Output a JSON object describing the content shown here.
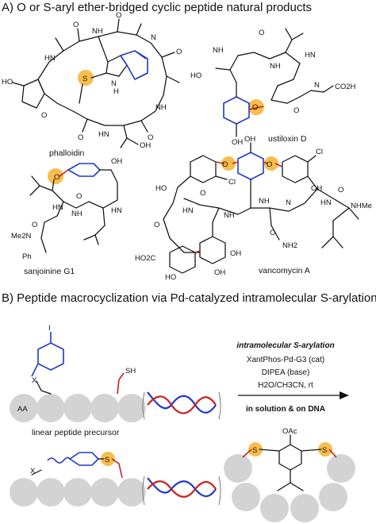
{
  "section_a": {
    "title": "A) O or S-aryl ether-bridged cyclic peptide natural products",
    "compounds": [
      "phalloidin",
      "ustiloxin D",
      "sanjoinine G1",
      "vancomycin A"
    ],
    "atoms": {
      "S": "S",
      "O": "O",
      "N": "N",
      "H": "H",
      "NH": "NH",
      "HN": "HN",
      "HO": "HO",
      "OH": "OH",
      "Cl": "Cl",
      "NH2": "NH2",
      "NHMe": "NHMe",
      "CO2H": "CO2H",
      "HO2C": "HO2C",
      "Me2N": "Me2N",
      "Ph": "Ph"
    }
  },
  "section_b": {
    "title": "B) Peptide macrocyclization via Pd-catalyzed intramolecular S-arylation",
    "substituents": {
      "iodo": "I",
      "linker_x": "X",
      "thiol": "SH",
      "start": "AA",
      "product_s": "S",
      "product_oac": "OAc"
    },
    "precursor_label": "linear peptide precursor",
    "conditions": {
      "title": "intramolecular S-arylation",
      "line1": "XantPhos-Pd-G3 (cat)",
      "line2": "DIPEA (base)",
      "line3": "H2O/CH3CN, rt",
      "footer": "in solution & on DNA"
    },
    "colors": {
      "aryl_blue": "#1f39c8",
      "bond_red": "#c8201c",
      "highlight": "#f6b63a",
      "bead_gray": "#d3d3d3"
    }
  }
}
